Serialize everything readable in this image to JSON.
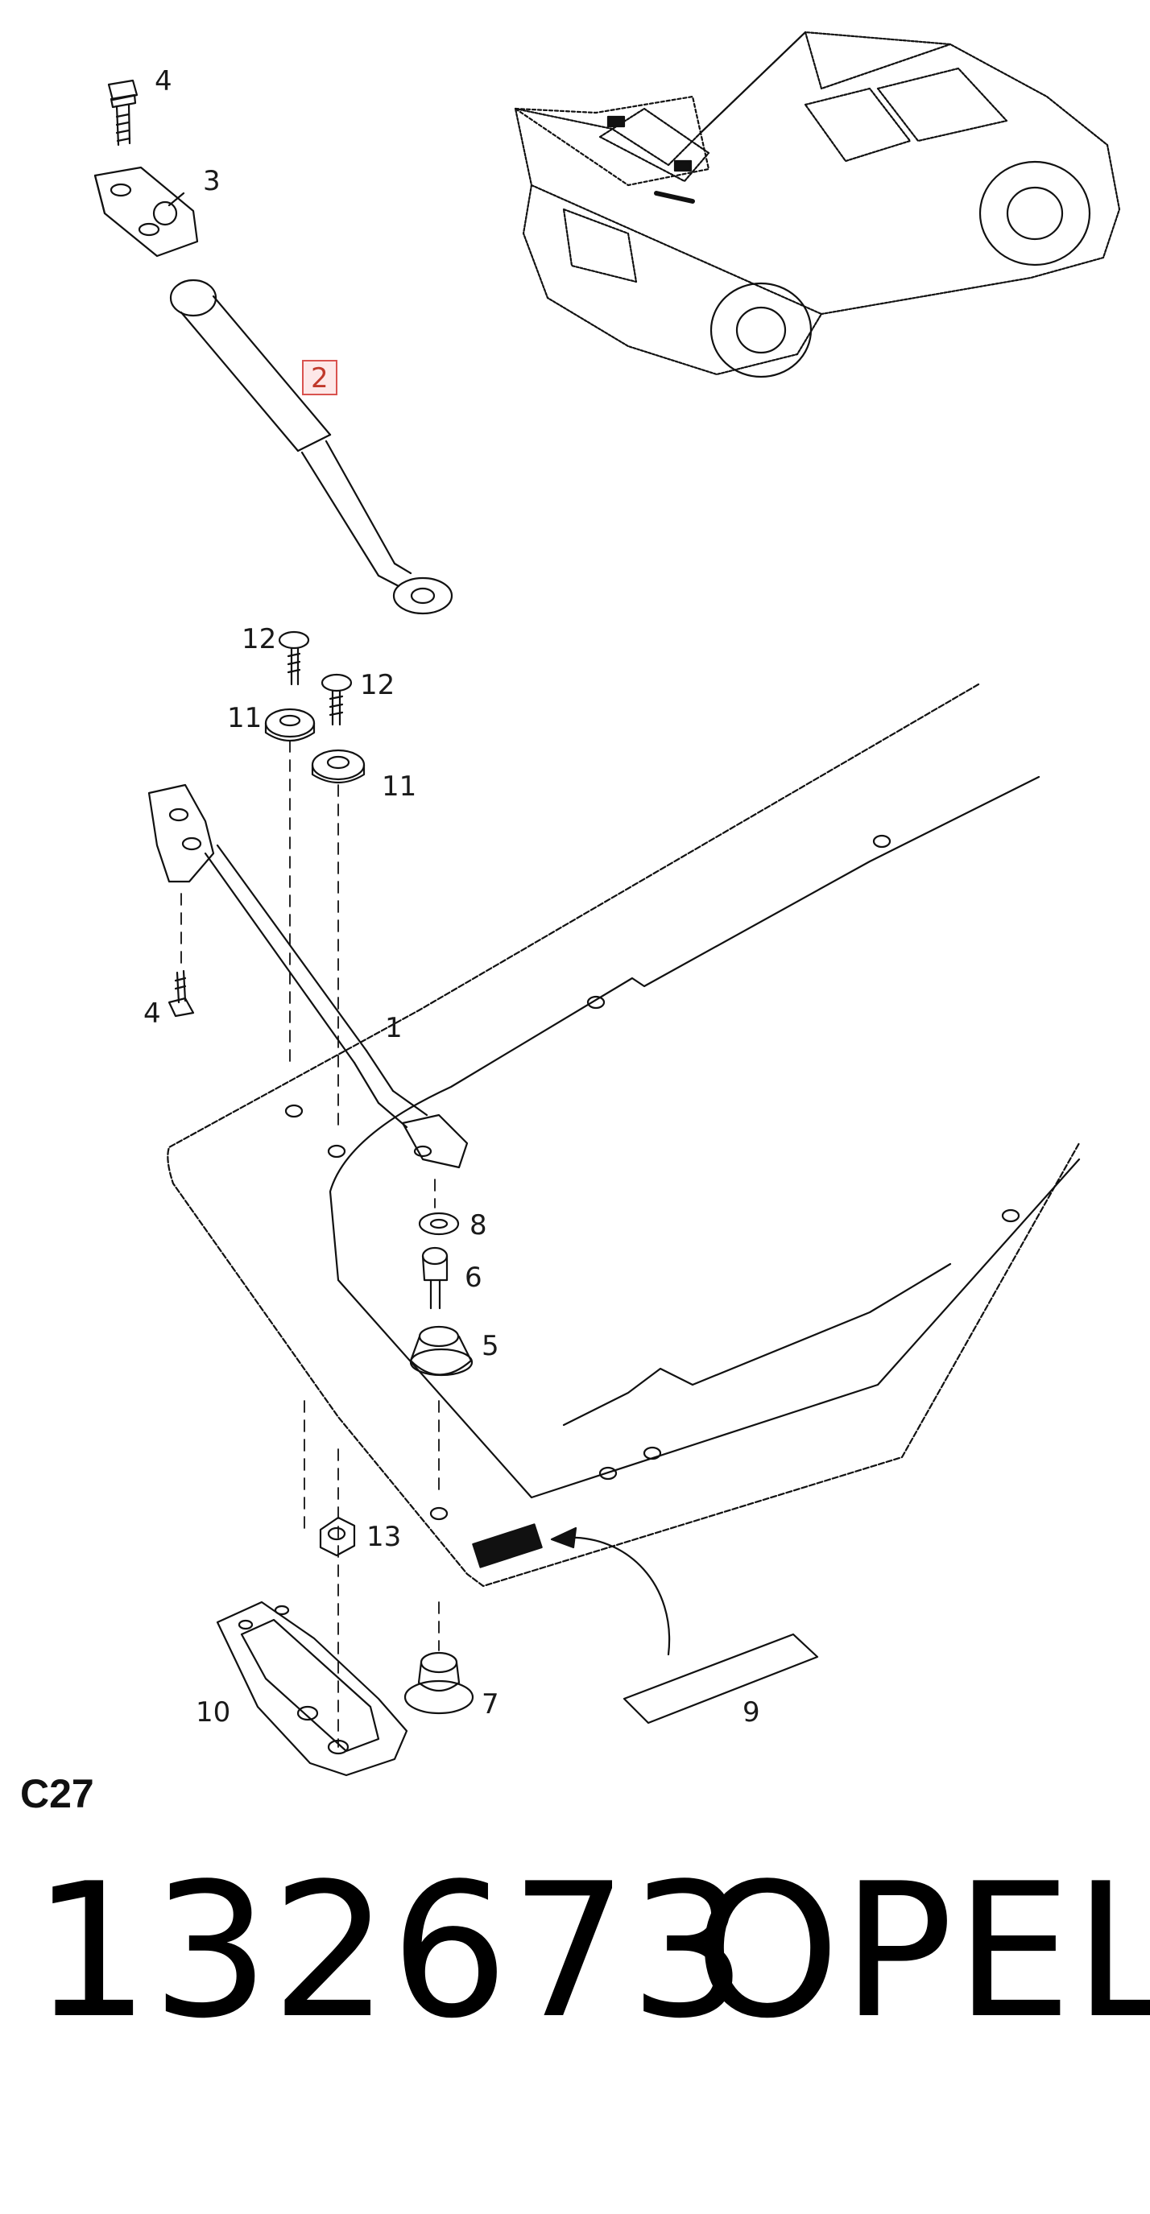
{
  "diagram": {
    "callouts": {
      "c1": "1",
      "c2": "2",
      "c3": "3",
      "c4a": "4",
      "c4b": "4",
      "c5": "5",
      "c6": "6",
      "c7": "7",
      "c8": "8",
      "c9": "9",
      "c10": "10",
      "c11a": "11",
      "c11b": "11",
      "c12a": "12",
      "c12b": "12",
      "c13": "13"
    },
    "selected_callout": "2",
    "section_code": "C27"
  },
  "footer": {
    "catalog_number": "132673",
    "brand": "OPEL"
  }
}
